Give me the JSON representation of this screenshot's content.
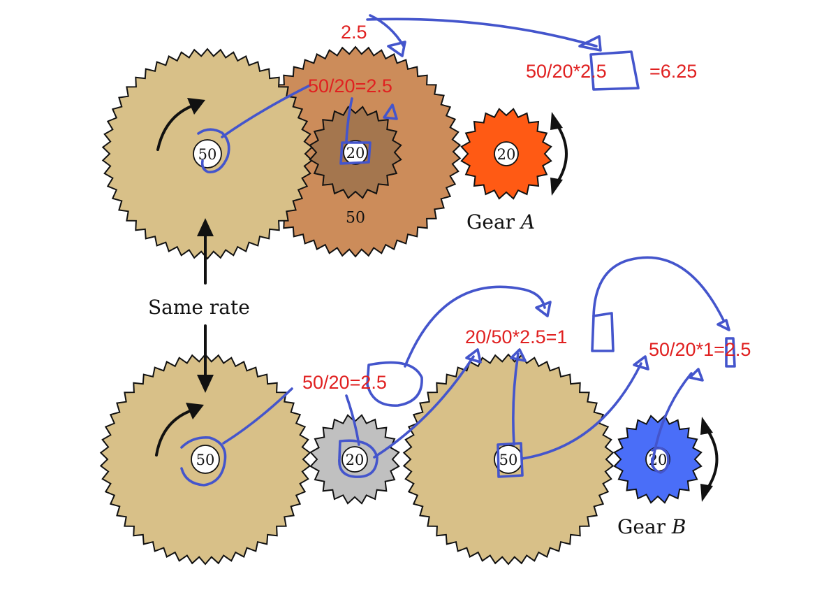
{
  "colors": {
    "tan": "#d8c088",
    "copper": "#cc8c5a",
    "brown": "#a4764e",
    "orange": "#ff5a14",
    "grey": "#c0c0c0",
    "blue": "#4a6ef8",
    "annotation_red": "#e02020",
    "ink_blue": "#4455cc"
  },
  "gears": {
    "top_left_hub": "50",
    "top_copper_outer": "50",
    "top_copper_inner_hub": "20",
    "gear_a_hub": "20",
    "bottom_left_hub": "50",
    "bottom_grey_hub": "20",
    "bottom_middle_hub": "50",
    "gear_b_hub": "20"
  },
  "labels": {
    "same_rate": "Same rate",
    "gear_a_prefix": "Gear ",
    "gear_a_letter": "A",
    "gear_b_prefix": "Gear ",
    "gear_b_letter": "B"
  },
  "annotations": {
    "top_input": "2.5",
    "top_ratio": "50/20=2.5",
    "top_result_left": "50/20*2.5",
    "top_result_right": "=6.25",
    "bottom_ratio_1": "50/20=2.5",
    "bottom_ratio_2": "20/50*2.5=1",
    "bottom_ratio_3": "50/20*1=2.5"
  }
}
